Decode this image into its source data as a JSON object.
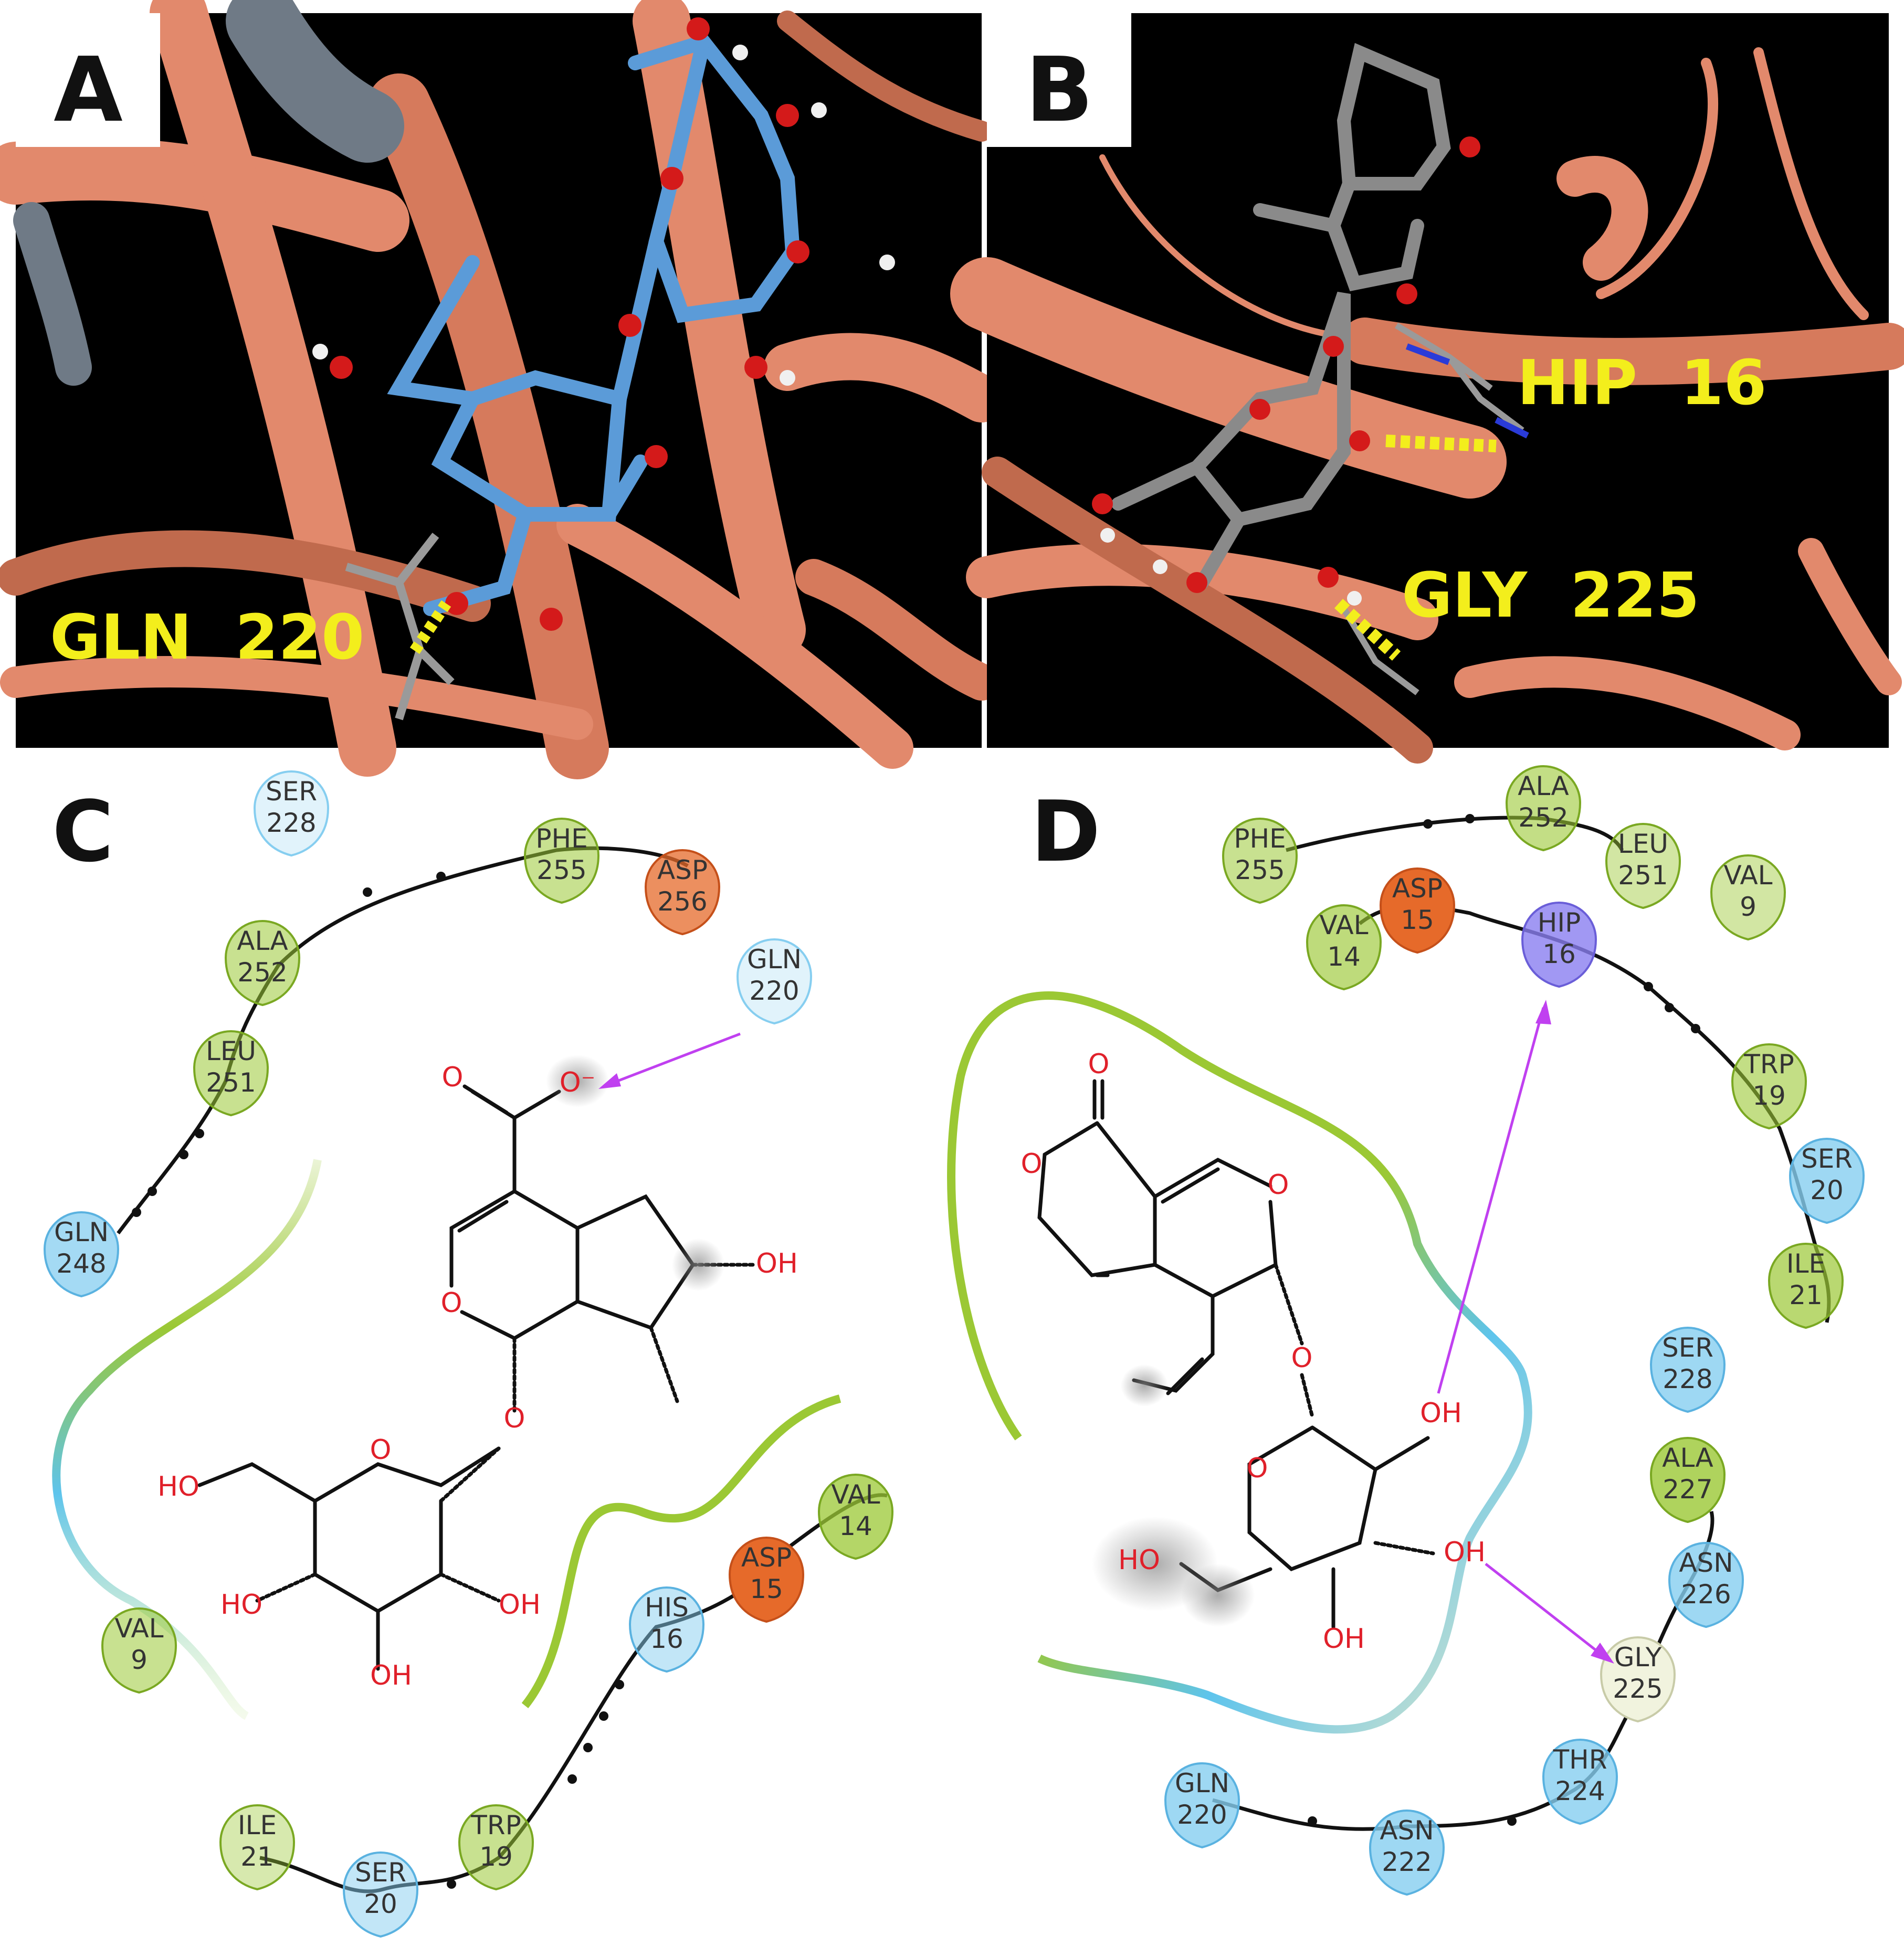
{
  "panels": {
    "A": {
      "letter": "A",
      "label": "GLN  220"
    },
    "B": {
      "letter": "B",
      "label_1": "HIP  16",
      "label_2": "GLY  225"
    },
    "C": {
      "letter": "C"
    },
    "D": {
      "letter": "D"
    }
  },
  "colors": {
    "background_3d": "#000000",
    "ribbon": "#e2896c",
    "ribbon_dark": "#c06a4d",
    "helix_grey": "#6f7a86",
    "ligand_blue": "#5b9bd8",
    "ligand_grey": "#8a8a8a",
    "oxygen": "#d41a1a",
    "hydrogen": "#f0f0f0",
    "hbond": "#f3ee1c",
    "label_3d": "#f3ee1c",
    "hydrophobic": "#9bc834",
    "polar": "#86cef0",
    "negative": "#e66a2a",
    "positive": "#8a7ef0",
    "glycine": "#f1f3de",
    "hbond_arrow": "#c040f0",
    "atom_text": "#e0202a"
  },
  "residues_C": [
    {
      "name": "SER",
      "num": "228",
      "type": "polar"
    },
    {
      "name": "PHE",
      "num": "255",
      "type": "hydrophobic"
    },
    {
      "name": "ASP",
      "num": "256",
      "type": "negative"
    },
    {
      "name": "ALA",
      "num": "252",
      "type": "hydrophobic"
    },
    {
      "name": "GLN",
      "num": "220",
      "type": "polar"
    },
    {
      "name": "LEU",
      "num": "251",
      "type": "hydrophobic"
    },
    {
      "name": "GLN",
      "num": "248",
      "type": "polar"
    },
    {
      "name": "VAL",
      "num": "14",
      "type": "hydrophobic"
    },
    {
      "name": "ASP",
      "num": "15",
      "type": "negative"
    },
    {
      "name": "HIS",
      "num": "16",
      "type": "polar"
    },
    {
      "name": "VAL",
      "num": "9",
      "type": "hydrophobic"
    },
    {
      "name": "ILE",
      "num": "21",
      "type": "hydrophobic"
    },
    {
      "name": "SER",
      "num": "20",
      "type": "polar"
    },
    {
      "name": "TRP",
      "num": "19",
      "type": "hydrophobic"
    }
  ],
  "residues_D": [
    {
      "name": "ALA",
      "num": "252",
      "type": "hydrophobic"
    },
    {
      "name": "PHE",
      "num": "255",
      "type": "hydrophobic"
    },
    {
      "name": "LEU",
      "num": "251",
      "type": "hydrophobic"
    },
    {
      "name": "VAL",
      "num": "9",
      "type": "hydrophobic"
    },
    {
      "name": "ASP",
      "num": "15",
      "type": "negative"
    },
    {
      "name": "VAL",
      "num": "14",
      "type": "hydrophobic"
    },
    {
      "name": "HIP",
      "num": "16",
      "type": "positive"
    },
    {
      "name": "TRP",
      "num": "19",
      "type": "hydrophobic"
    },
    {
      "name": "SER",
      "num": "20",
      "type": "polar"
    },
    {
      "name": "ILE",
      "num": "21",
      "type": "hydrophobic"
    },
    {
      "name": "SER",
      "num": "228",
      "type": "polar"
    },
    {
      "name": "ALA",
      "num": "227",
      "type": "hydrophobic"
    },
    {
      "name": "ASN",
      "num": "226",
      "type": "polar"
    },
    {
      "name": "GLY",
      "num": "225",
      "type": "glycine"
    },
    {
      "name": "THR",
      "num": "224",
      "type": "polar"
    },
    {
      "name": "GLN",
      "num": "220",
      "type": "polar"
    },
    {
      "name": "ASN",
      "num": "222",
      "type": "polar"
    }
  ],
  "atoms": {
    "O": "O",
    "OH": "OH",
    "HO": "HO",
    "Ominus": "O⁻"
  }
}
